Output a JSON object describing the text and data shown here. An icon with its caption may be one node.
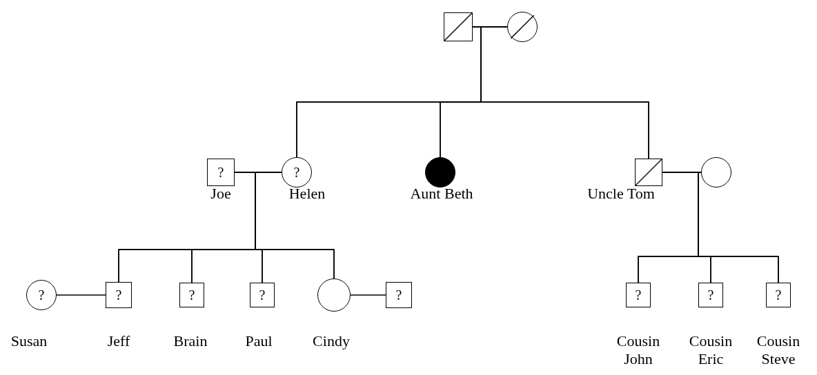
{
  "diagram": {
    "nodes": [
      {
        "text": [],
        "shape": "box"
      },
      {
        "text": [],
        "shape": "circle"
      },
      {
        "text": [
          "?"
        ],
        "beside": [
          "Joe"
        ]
      },
      {
        "text": [
          "?"
        ],
        "beside": [
          "Helen"
        ]
      },
      {
        "text": [],
        "shape": "circle",
        "beside": [
          "Aunt Beth"
        ]
      },
      {
        "text": [],
        "shape": "box",
        "beside": [
          "Uncle Tom"
        ]
      },
      {
        "text": [],
        "shape": "circle"
      },
      {
        "text": [
          "?"
        ],
        "beside": [
          "Susan"
        ]
      },
      {
        "text": [
          "?"
        ],
        "beside": [
          "Jeff"
        ]
      },
      {
        "text": [
          "?"
        ],
        "beside": [
          "Brain"
        ]
      },
      {
        "text": [
          "?"
        ],
        "beside": [
          "Paul"
        ]
      },
      {
        "text": [],
        "shape": "circle",
        "beside": [
          "Cindy"
        ]
      },
      {
        "text": [
          "?"
        ]
      },
      {
        "text": [
          "?"
        ],
        "beside": [
          "Cousin John"
        ]
      },
      {
        "text": [
          "?"
        ],
        "beside": [
          "Cousin Eric"
        ]
      },
      {
        "text": [
          "?"
        ],
        "beside": [
          "Cousin Steve"
        ]
      }
    ],
    "edges": [
      {
        "from": 0,
        "to": 1,
        "arrow": "none"
      },
      {
        "from": 0,
        "to": 3,
        "arrow": "none"
      },
      {
        "from": 1,
        "to": 3,
        "arrow": "none"
      },
      {
        "from": 0,
        "to": 4,
        "arrow": "none"
      },
      {
        "from": 1,
        "to": 4,
        "arrow": "none"
      },
      {
        "from": 0,
        "to": 5,
        "arrow": "none"
      },
      {
        "from": 1,
        "to": 5,
        "arrow": "none"
      },
      {
        "from": 2,
        "to": 3,
        "arrow": "none"
      },
      {
        "from": 5,
        "to": 6,
        "arrow": "none"
      },
      {
        "from": 2,
        "to": 8,
        "arrow": "none"
      },
      {
        "from": 3,
        "to": 8,
        "arrow": "none"
      },
      {
        "from": 2,
        "to": 9,
        "arrow": "none"
      },
      {
        "from": 3,
        "to": 9,
        "arrow": "none"
      },
      {
        "from": 2,
        "to": 10,
        "arrow": "none"
      },
      {
        "from": 3,
        "to": 10,
        "arrow": "none"
      },
      {
        "from": 2,
        "to": 11,
        "arrow": "none"
      },
      {
        "from": 3,
        "to": 11,
        "arrow": "none"
      },
      {
        "from": 7,
        "to": 8,
        "arrow": "none"
      },
      {
        "from": 11,
        "to": 12,
        "arrow": "none"
      },
      {
        "from": 5,
        "to": 13,
        "arrow": "none"
      },
      {
        "from": 6,
        "to": 13,
        "arrow": "none"
      },
      {
        "from": 5,
        "to": 14,
        "arrow": "none"
      },
      {
        "from": 6,
        "to": 14,
        "arrow": "none"
      },
      {
        "from": 5,
        "to": 15,
        "arrow": "none"
      },
      {
        "from": 6,
        "to": 15,
        "arrow": "none"
      }
    ]
  }
}
